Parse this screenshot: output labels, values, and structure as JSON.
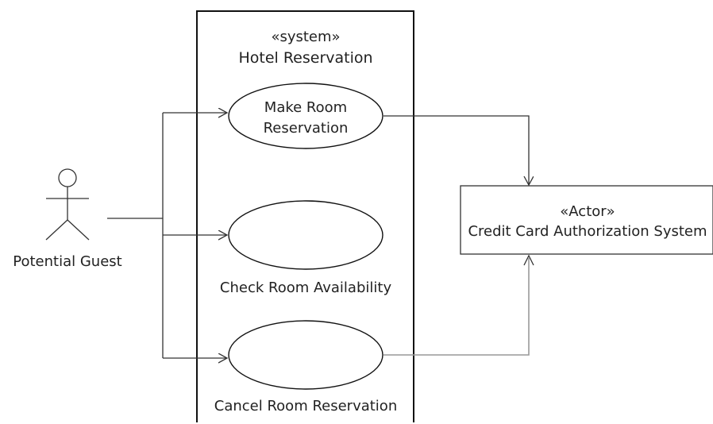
{
  "system": {
    "stereotype": "«system»",
    "name": "Hotel Reservation"
  },
  "actors": {
    "guest": {
      "label": "Potential Guest",
      "icon": "stick-figure-icon"
    },
    "credit_card": {
      "stereotype": "«Actor»",
      "name": "Credit Card Authorization System"
    }
  },
  "use_cases": {
    "make": {
      "line1": "Make Room",
      "line2": "Reservation"
    },
    "check": {
      "label": "Check Room Availability"
    },
    "cancel": {
      "label": "Cancel Room Reservation"
    }
  }
}
